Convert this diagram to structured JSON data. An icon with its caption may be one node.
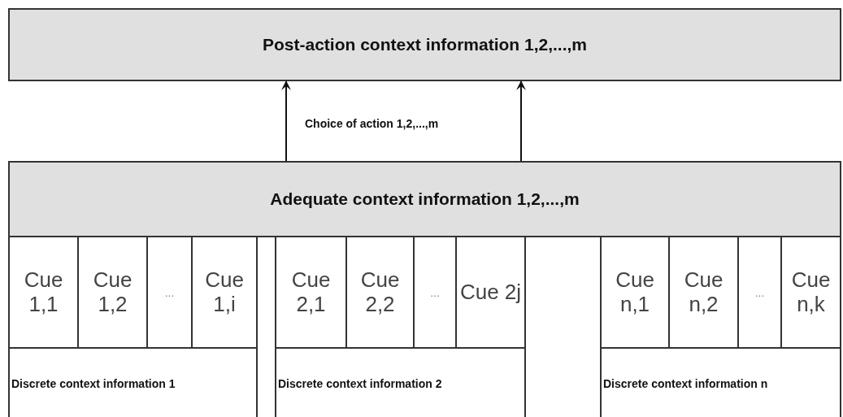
{
  "diagram": {
    "nodes": [
      {
        "text": [
          "Post-action context information 1,2,...,m"
        ]
      },
      {
        "text": [
          "Adequate context information 1,2,...,m"
        ]
      },
      {
        "text": [
          "Cue 1,1"
        ]
      },
      {
        "text": [
          "Cue 1,2"
        ]
      },
      {
        "text": [
          "..."
        ]
      },
      {
        "text": [
          "Cue 1,i"
        ]
      },
      {
        "text": [
          "Cue 2,1"
        ]
      },
      {
        "text": [
          "Cue 2,2"
        ]
      },
      {
        "text": [
          "..."
        ]
      },
      {
        "text": [
          "Cue 2j"
        ]
      },
      {
        "text": [
          "Cue n,1"
        ]
      },
      {
        "text": [
          "Cue n,2"
        ]
      },
      {
        "text": [
          "..."
        ]
      },
      {
        "text": [
          "Cue n,k"
        ]
      },
      {
        "text": [
          "Discrete context information 1"
        ]
      },
      {
        "text": [
          "Discrete context information 2"
        ]
      },
      {
        "text": [
          "Discrete context information n"
        ]
      }
    ],
    "edges": [
      {
        "from": 1,
        "to": 0,
        "arrow": "to"
      },
      {
        "from": 1,
        "to": 0,
        "arrow": "to"
      }
    ],
    "labels": [
      "Choice of action 1,2,...,m"
    ]
  }
}
